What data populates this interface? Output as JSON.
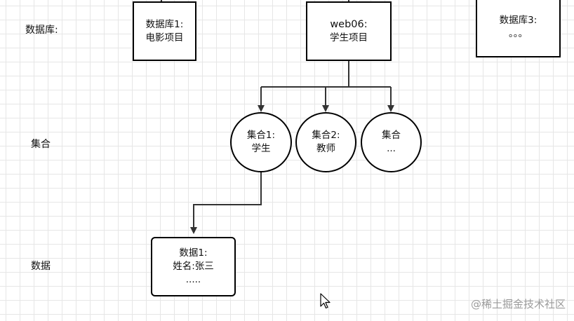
{
  "row_labels": {
    "database": "数据库:",
    "collection": "集合",
    "data": "数据"
  },
  "nodes": {
    "db1": {
      "line1": "数据库1:",
      "line2": "电影项目"
    },
    "web06": {
      "line1": "web06:",
      "line2": "学生项目"
    },
    "db3": {
      "line1": "数据库3:",
      "line2": "。。。"
    },
    "coll1": {
      "line1": "集合1:",
      "line2": "学生"
    },
    "coll2": {
      "line1": "集合2:",
      "line2": "教师"
    },
    "coll3": {
      "line1": "集合",
      "line2": "..."
    },
    "data1": {
      "line1": "数据1:",
      "line2": "姓名:张三",
      "line3": "....."
    }
  },
  "watermark": "@稀土掘金技术社区",
  "colors": {
    "grid": "#e6e6e6",
    "stroke": "#000000",
    "edge": "#333333"
  }
}
